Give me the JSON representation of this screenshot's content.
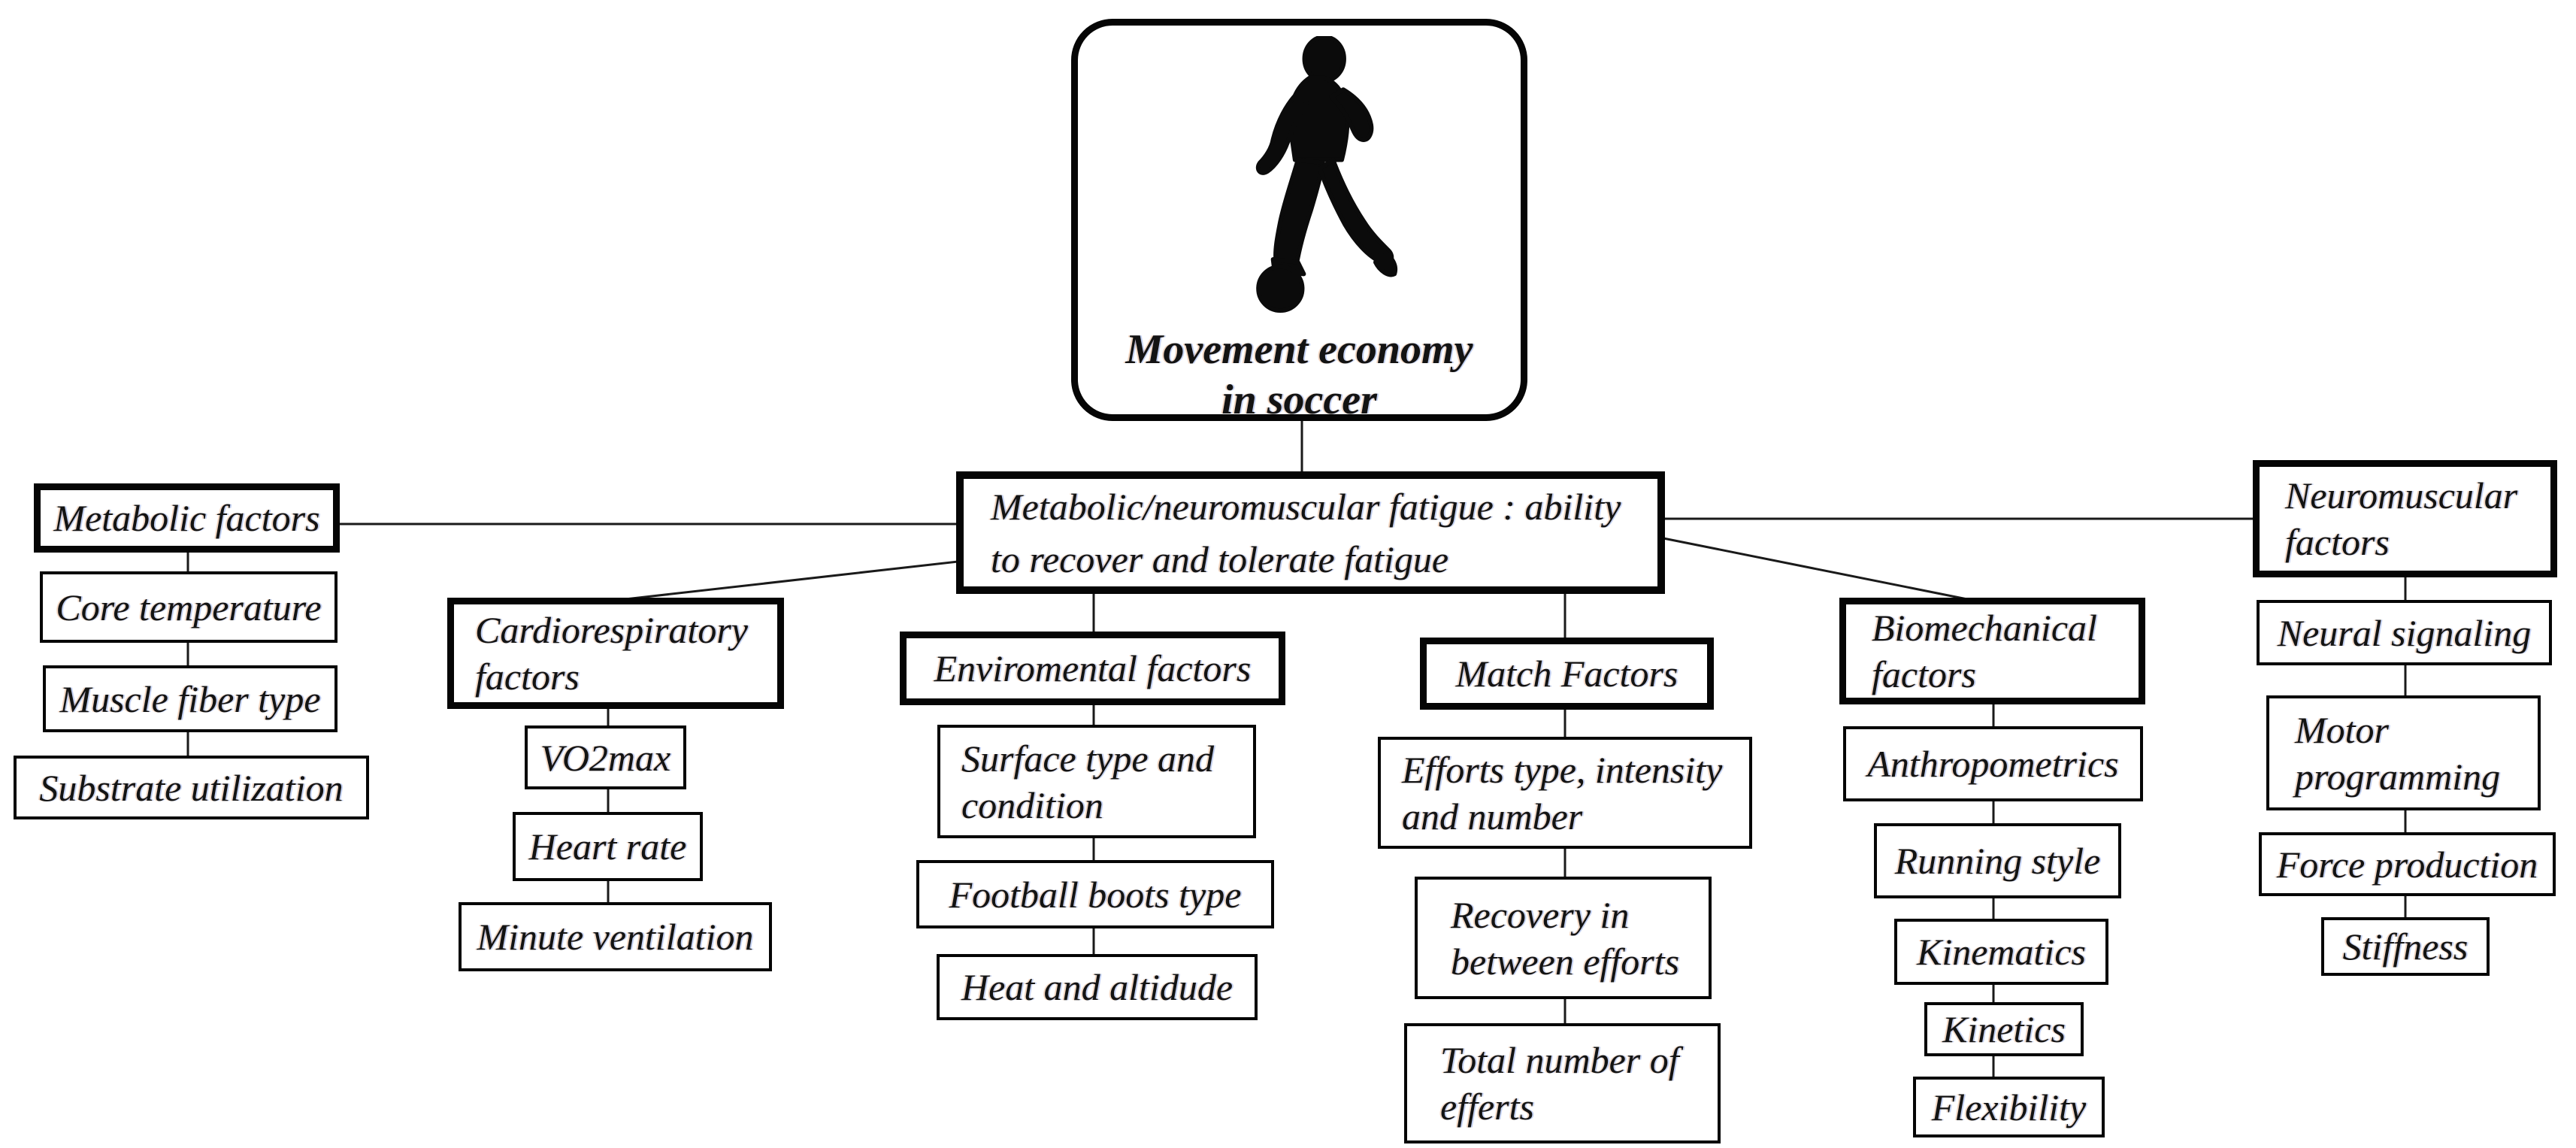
{
  "hero": {
    "icon": "soccer-player-icon",
    "title_label": "Movement economy in soccer",
    "title_lines": [
      "Movement economy",
      "in soccer"
    ]
  },
  "root": {
    "label": "Metabolic/neuromuscular fatigue : ability to recover and tolerate fatigue",
    "lines": [
      "Metabolic/neuromuscular fatigue : ability",
      "to recover and tolerate fatigue"
    ]
  },
  "columns": [
    {
      "id": "metabolic",
      "header": {
        "label": "Metabolic factors",
        "lines": [
          "Metabolic factors"
        ]
      },
      "children": [
        {
          "label": "Core temperature",
          "lines": [
            "Core temperature"
          ]
        },
        {
          "label": "Muscle fiber type",
          "lines": [
            "Muscle fiber type"
          ]
        },
        {
          "label": "Substrate utilization",
          "lines": [
            "Substrate utilization"
          ]
        }
      ]
    },
    {
      "id": "cardiorespiratory",
      "header": {
        "label": "Cardiorespiratory factors",
        "lines": [
          "Cardiorespiratory",
          "factors"
        ]
      },
      "children": [
        {
          "label": "VO2max",
          "lines": [
            "VO2max"
          ]
        },
        {
          "label": "Heart rate",
          "lines": [
            "Heart rate"
          ]
        },
        {
          "label": "Minute ventilation",
          "lines": [
            "Minute ventilation"
          ]
        }
      ]
    },
    {
      "id": "environmental",
      "header": {
        "label": "Enviromental factors",
        "lines": [
          "Enviromental factors"
        ]
      },
      "children": [
        {
          "label": "Surface type and condition",
          "lines": [
            "Surface type and",
            "condition"
          ]
        },
        {
          "label": "Football boots type",
          "lines": [
            "Football boots type"
          ]
        },
        {
          "label": "Heat and altidude",
          "lines": [
            "Heat and altidude"
          ]
        }
      ]
    },
    {
      "id": "match",
      "header": {
        "label": "Match Factors",
        "lines": [
          "Match Factors"
        ]
      },
      "children": [
        {
          "label": "Efforts type, intensity and number",
          "lines": [
            "Efforts type, intensity",
            "and number"
          ]
        },
        {
          "label": "Recovery in between efforts",
          "lines": [
            "Recovery in",
            "between efforts"
          ]
        },
        {
          "label": "Total number of efferts",
          "lines": [
            "Total number of",
            "efferts"
          ]
        }
      ]
    },
    {
      "id": "biomechanical",
      "header": {
        "label": "Biomechanical factors",
        "lines": [
          "Biomechanical",
          "factors"
        ]
      },
      "children": [
        {
          "label": "Anthropometrics",
          "lines": [
            "Anthropometrics"
          ]
        },
        {
          "label": "Running style",
          "lines": [
            "Running style"
          ]
        },
        {
          "label": "Kinematics",
          "lines": [
            "Kinematics"
          ]
        },
        {
          "label": "Kinetics",
          "lines": [
            "Kinetics"
          ]
        },
        {
          "label": "Flexibility",
          "lines": [
            "Flexibility"
          ]
        }
      ]
    },
    {
      "id": "neuromuscular",
      "header": {
        "label": "Neuromuscular factors",
        "lines": [
          "Neuromuscular",
          "factors"
        ]
      },
      "children": [
        {
          "label": "Neural signaling",
          "lines": [
            "Neural signaling"
          ]
        },
        {
          "label": "Motor programming",
          "lines": [
            "Motor",
            "programming"
          ]
        },
        {
          "label": "Force production",
          "lines": [
            "Force production"
          ]
        },
        {
          "label": "Stiffness",
          "lines": [
            "Stiffness"
          ]
        }
      ]
    }
  ],
  "colors": {
    "border": "#050505",
    "text": "#131313",
    "background": "#ffffff",
    "connector": "#1a1a1a",
    "silhouette": "#0b0b0b"
  }
}
